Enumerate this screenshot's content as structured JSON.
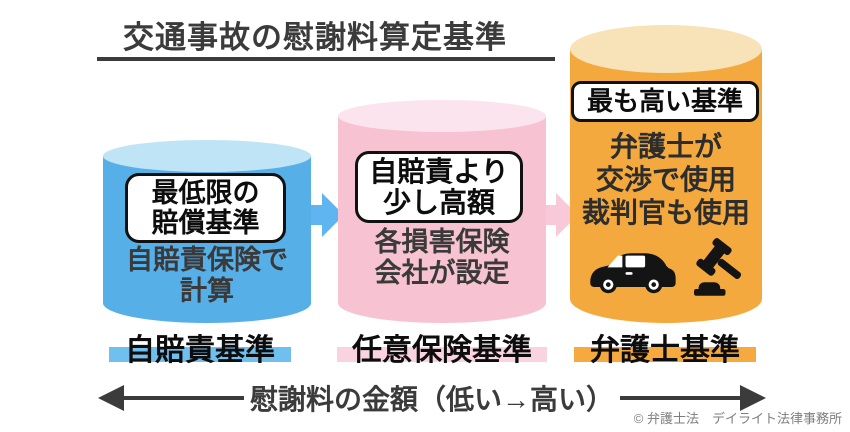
{
  "header": {
    "title": "交通事故の慰謝料算定基準"
  },
  "colors": {
    "blue_body": "#57AFE8",
    "blue_top": "#BFE4F6",
    "blue_highlight": "#6FBFEF",
    "blue_arrow": "#5FB5F0",
    "pink_body": "#F7C3D3",
    "pink_top": "#FBE4ED",
    "pink_highlight": "#F9D3DF",
    "pink_arrow": "#F7C9D9",
    "orange_body": "#F4A93E",
    "orange_top": "#F8E2B8",
    "orange_highlight": "#F5A93F",
    "axis_dark": "#3B3B3B",
    "icon_black": "#141414"
  },
  "cylinders": [
    {
      "badge_line1": "最低限の",
      "badge_line2": "賠償基準",
      "desc_line1": "自賠責保険で",
      "desc_line2": "計算",
      "label": "自賠責基準"
    },
    {
      "badge_line1": "自賠責より",
      "badge_line2": "少し高額",
      "desc_line1": "各損害保険",
      "desc_line2": "会社が設定",
      "label": "任意保険基準"
    },
    {
      "badge": "最も高い基準",
      "desc_line1": "弁護士が",
      "desc_line2": "交渉で使用",
      "desc_line3": "裁判官も使用",
      "label": "弁護士基準",
      "icons": [
        "car-icon",
        "gavel-icon"
      ]
    }
  ],
  "axis": {
    "label": "慰謝料の金額（低い→高い）"
  },
  "footer": {
    "copyright": "© 弁護士法　デイライト法律事務所"
  }
}
